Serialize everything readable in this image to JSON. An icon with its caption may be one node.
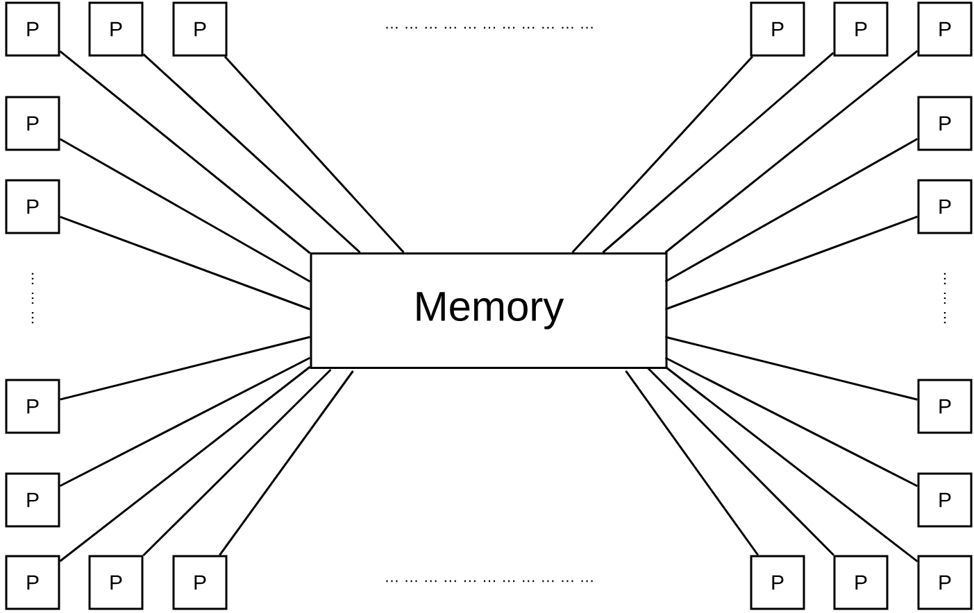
{
  "diagram": {
    "nodes": [
      {
        "text": [
          "Memory"
        ]
      },
      {
        "text": [
          "P"
        ]
      },
      {
        "text": [
          "P"
        ]
      },
      {
        "text": [
          "P"
        ]
      },
      {
        "text": [
          "P"
        ]
      },
      {
        "text": [
          "P"
        ]
      },
      {
        "text": [
          "P"
        ]
      },
      {
        "text": [
          "P"
        ]
      },
      {
        "text": [
          "P"
        ]
      },
      {
        "text": [
          "P"
        ]
      },
      {
        "text": [
          "P"
        ]
      },
      {
        "text": [
          "P"
        ]
      },
      {
        "text": [
          "P"
        ]
      },
      {
        "text": [
          "P"
        ]
      },
      {
        "text": [
          "P"
        ]
      },
      {
        "text": [
          "P"
        ]
      },
      {
        "text": [
          "P"
        ]
      },
      {
        "text": [
          "P"
        ]
      },
      {
        "text": [
          "P"
        ]
      },
      {
        "text": [
          "P"
        ]
      },
      {
        "text": [
          "P"
        ]
      }
    ],
    "edges": [
      {
        "from": 1,
        "to": 0,
        "arrow": "none"
      },
      {
        "from": 2,
        "to": 0,
        "arrow": "none"
      },
      {
        "from": 3,
        "to": 0,
        "arrow": "none"
      },
      {
        "from": 4,
        "to": 0,
        "arrow": "none"
      },
      {
        "from": 5,
        "to": 0,
        "arrow": "none"
      },
      {
        "from": 6,
        "to": 0,
        "arrow": "none"
      },
      {
        "from": 7,
        "to": 0,
        "arrow": "none"
      },
      {
        "from": 8,
        "to": 0,
        "arrow": "none"
      },
      {
        "from": 9,
        "to": 0,
        "arrow": "none"
      },
      {
        "from": 10,
        "to": 0,
        "arrow": "none"
      },
      {
        "from": 11,
        "to": 0,
        "arrow": "none"
      },
      {
        "from": 12,
        "to": 0,
        "arrow": "none"
      },
      {
        "from": 13,
        "to": 0,
        "arrow": "none"
      },
      {
        "from": 14,
        "to": 0,
        "arrow": "none"
      },
      {
        "from": 15,
        "to": 0,
        "arrow": "none"
      },
      {
        "from": 16,
        "to": 0,
        "arrow": "none"
      },
      {
        "from": 17,
        "to": 0,
        "arrow": "none"
      },
      {
        "from": 18,
        "to": 0,
        "arrow": "none"
      },
      {
        "from": 19,
        "to": 0,
        "arrow": "none"
      },
      {
        "from": 20,
        "to": 0,
        "arrow": "none"
      }
    ],
    "labels": [
      "… … … … … … … … … … …",
      "… … …",
      "… … …",
      "… … … … … … … … … … …"
    ]
  }
}
